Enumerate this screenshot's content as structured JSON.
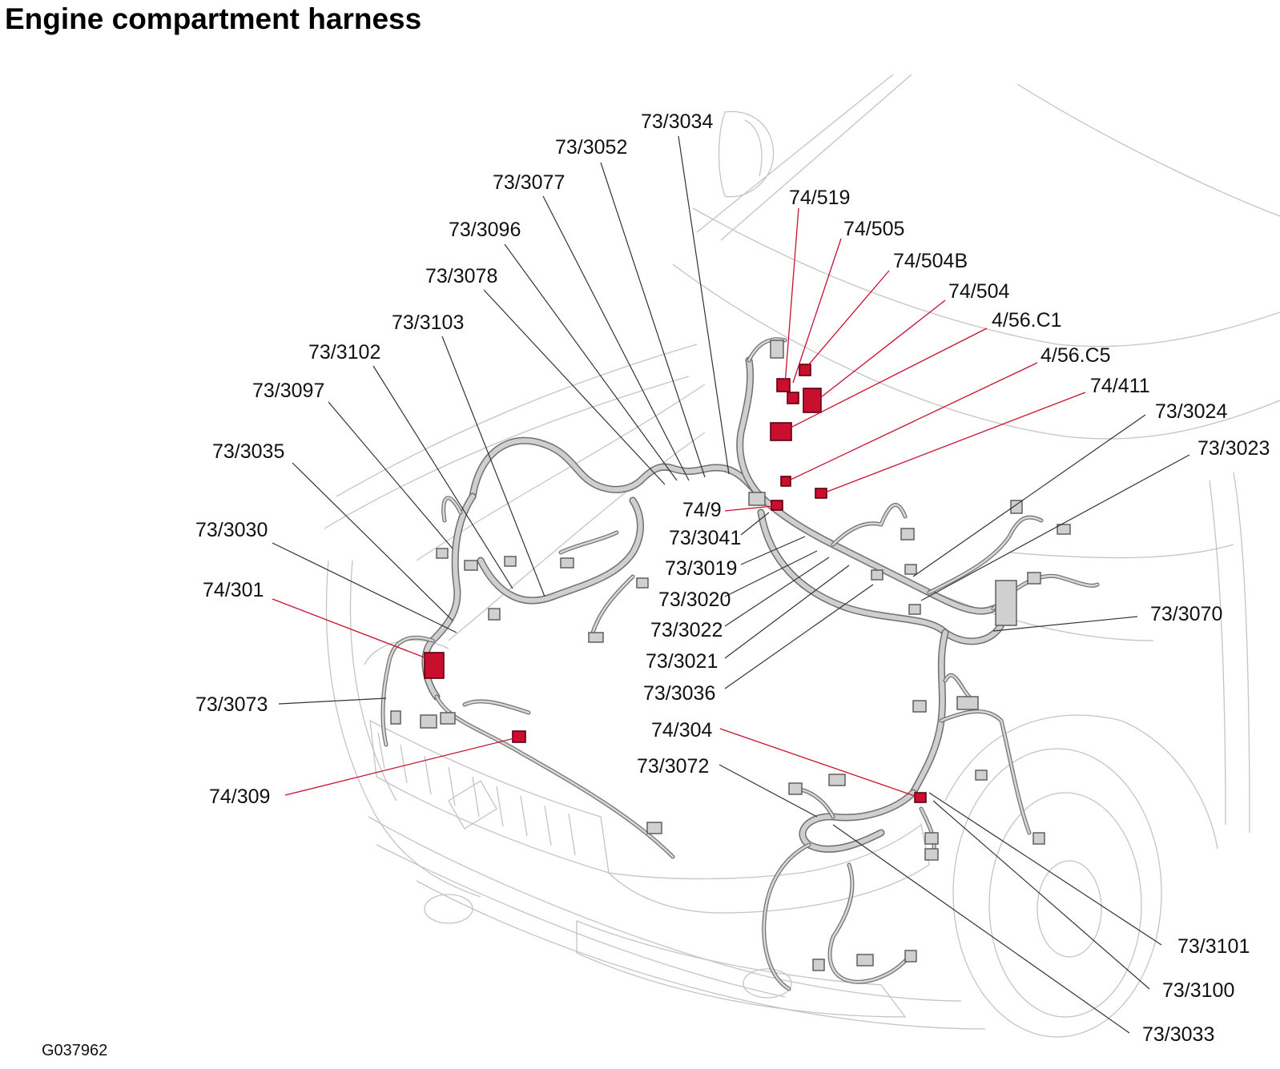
{
  "title": "Engine compartment harness",
  "figure_ref": "G037962",
  "colors": {
    "highlight": "#c8102e",
    "harness": "#cfcfcf",
    "car_outline": "#c4c4c4"
  },
  "labels": {
    "c3034": "73/3034",
    "c3052": "73/3052",
    "c3077": "73/3077",
    "c3096": "73/3096",
    "c3078": "73/3078",
    "c3103": "73/3103",
    "c3102": "73/3102",
    "c3097": "73/3097",
    "c3035": "73/3035",
    "c3030": "73/3030",
    "c301": "74/301",
    "c3073": "73/3073",
    "c309": "74/309",
    "c519": "74/519",
    "c505": "74/505",
    "c504b": "74/504B",
    "c504": "74/504",
    "c56c1": "4/56.C1",
    "c56c5": "4/56.C5",
    "c411": "74/411",
    "c3024": "73/3024",
    "c3023": "73/3023",
    "c9": "74/9",
    "c3041": "73/3041",
    "c3019": "73/3019",
    "c3020": "73/3020",
    "c3022": "73/3022",
    "c3021": "73/3021",
    "c3036": "73/3036",
    "c3070": "73/3070",
    "c304": "74/304",
    "c3072": "73/3072",
    "c3101": "73/3101",
    "c3100": "73/3100",
    "c3033": "73/3033"
  }
}
